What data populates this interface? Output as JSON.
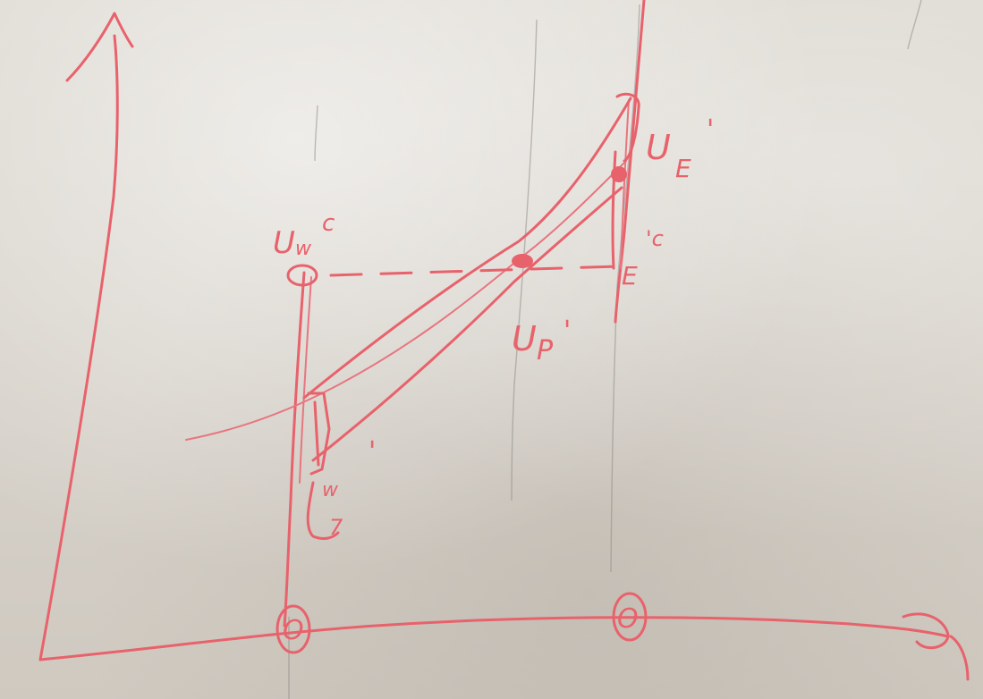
{
  "whiteboard": {
    "ink_color": "#e8626c",
    "labels": {
      "left_top": "U",
      "left_top_sub": "w",
      "left_top_sup": "c",
      "right_top": "U",
      "right_top_sub": "E",
      "right_top_sup": "'",
      "right_mid_sup": "'c",
      "right_mid": "E",
      "center": "U",
      "center_sub": "P",
      "center_sup": "'",
      "lower_left_sup": "'",
      "lower_left_sub": "w",
      "lower_left_bracket": "7"
    },
    "axis_markers": {
      "left": "O",
      "right": "O"
    }
  }
}
